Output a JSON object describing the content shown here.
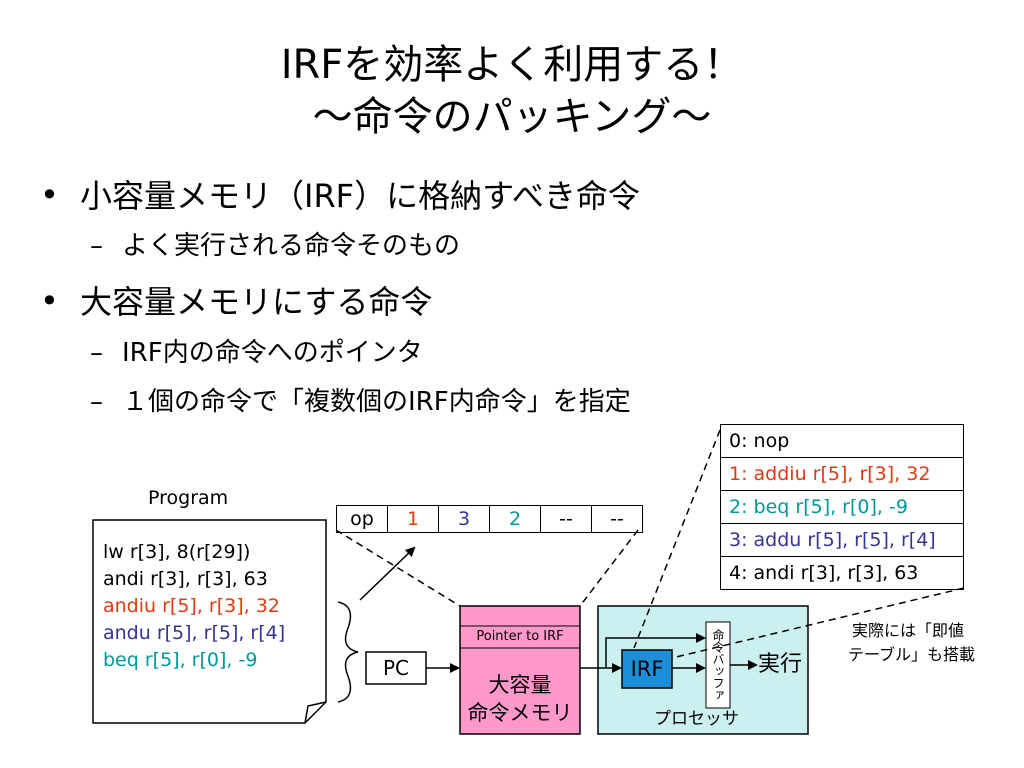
{
  "title": {
    "line1": "IRFを効率よく利用する！",
    "line2": "～命令のパッキング～"
  },
  "bullets": [
    {
      "text": "小容量メモリ（IRF）に格納すべき命令",
      "subs": [
        "よく実行される命令そのもの"
      ]
    },
    {
      "text": "大容量メモリにする命令",
      "subs": [
        "IRF内の命令へのポインタ",
        "１個の命令で「複数個のIRF内命令」を指定"
      ]
    }
  ],
  "bullet_mark": "•",
  "sub_mark": "–",
  "program": {
    "label": "Program",
    "lines": [
      "lw r[3], 8(r[29])",
      "andi r[3], r[3], 63",
      "andiu r[5], r[3], 32",
      "andu r[5], r[5], r[4]",
      "beq r[5], r[0], -9"
    ]
  },
  "packed_instr": {
    "fields": [
      "op",
      "1",
      "3",
      "2",
      "--",
      "--"
    ]
  },
  "irf_table": [
    "0: nop",
    "1: addiu r[5], r[3], 32",
    "2: beq r[5], r[0], -9",
    "3: addu r[5], r[5], r[4]",
    "4: andi r[3], r[3], 63"
  ],
  "pc_label": "PC",
  "memory": {
    "header": "Pointer to IRF",
    "line1": "大容量",
    "line2": "命令メモリ"
  },
  "processor": {
    "label": "プロセッサ",
    "irf": "IRF",
    "buffer": "命令バッファ",
    "exec": "実行"
  },
  "note": {
    "line1": "実際には「即値",
    "line2": "テーブル」も搭載"
  },
  "colors": {
    "red": "#e8380d",
    "blue": "#333399",
    "teal": "#009999",
    "pink": "#ff99cc",
    "cyan": "#ccf0f0"
  }
}
